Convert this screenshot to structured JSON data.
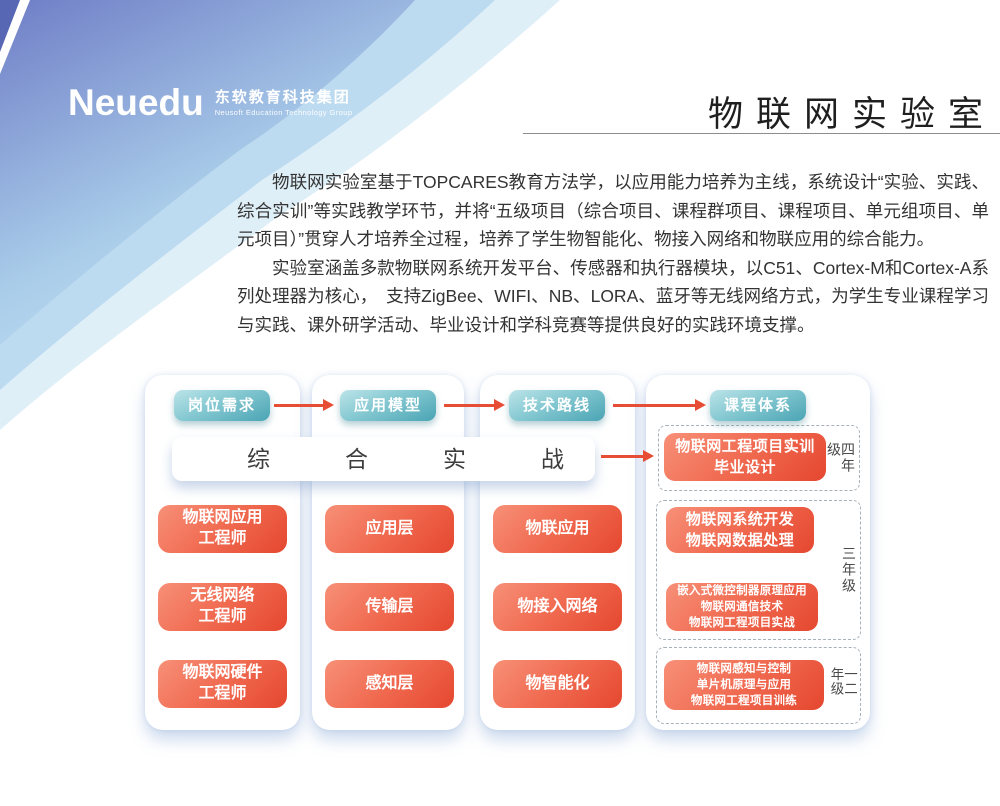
{
  "logo": {
    "brand": "Neuedu",
    "company_cn": "东软教育科技集团",
    "company_en": "Neusoft Education Technology Group"
  },
  "title": "物联网实验室",
  "intro": {
    "p1": "物联网实验室基于TOPCARES教育方法学，以应用能力培养为主线，系统设计“实验、实践、综合实训”等实践教学环节，并将“五级项目（综合项目、课程群项目、课程项目、单元组项目、单元项目）”贯穿人才培养全过程，培养了学生物智能化、物接入网络和物联应用的综合能力。",
    "p2": "实验室涵盖多款物联网系统开发平台、传感器和执行器模块，以C51、Cortex-M和Cortex-A系列处理器为核心，　支持ZigBee、WIFI、NB、LORA、蓝牙等无线网络方式，为学生专业课程学习与实践、课外研学活动、毕业设计和学科竞赛等提供良好的实践环境支撑。"
  },
  "flow": {
    "headers": [
      "岗位需求",
      "应用模型",
      "技术路线",
      "课程体系"
    ],
    "banner": "综合实战",
    "columns": [
      {
        "boxes": [
          [
            "物联网应用",
            "工程师"
          ],
          [
            "无线网络",
            "工程师"
          ],
          [
            "物联网硬件",
            "工程师"
          ]
        ]
      },
      {
        "boxes": [
          [
            "应用层"
          ],
          [
            "传输层"
          ],
          [
            "感知层"
          ]
        ]
      },
      {
        "boxes": [
          [
            "物联应用"
          ],
          [
            "物接入网络"
          ],
          [
            "物智能化"
          ]
        ]
      }
    ],
    "curriculum": [
      {
        "grade": "四年级",
        "boxes": [
          {
            "lines": [
              "物联网工程项目实训",
              "毕业设计"
            ]
          }
        ]
      },
      {
        "grade": "三年级",
        "boxes": [
          {
            "lines": [
              "物联网系统开发",
              "物联网数据处理"
            ]
          },
          {
            "lines": [
              "嵌入式微控制器原理应用",
              "物联网通信技术",
              "物联网工程项目实战"
            ]
          }
        ]
      },
      {
        "grade": "一二年级",
        "boxes": [
          {
            "lines": [
              "物联网感知与控制",
              "单片机原理与应用",
              "物联网工程项目训练"
            ]
          }
        ]
      }
    ]
  },
  "colors": {
    "accent_red": "#e74c35",
    "teal": "#4aa4b4",
    "blob_purple": "#6f7dc6",
    "blob_light_blue": "#bedcf2"
  }
}
